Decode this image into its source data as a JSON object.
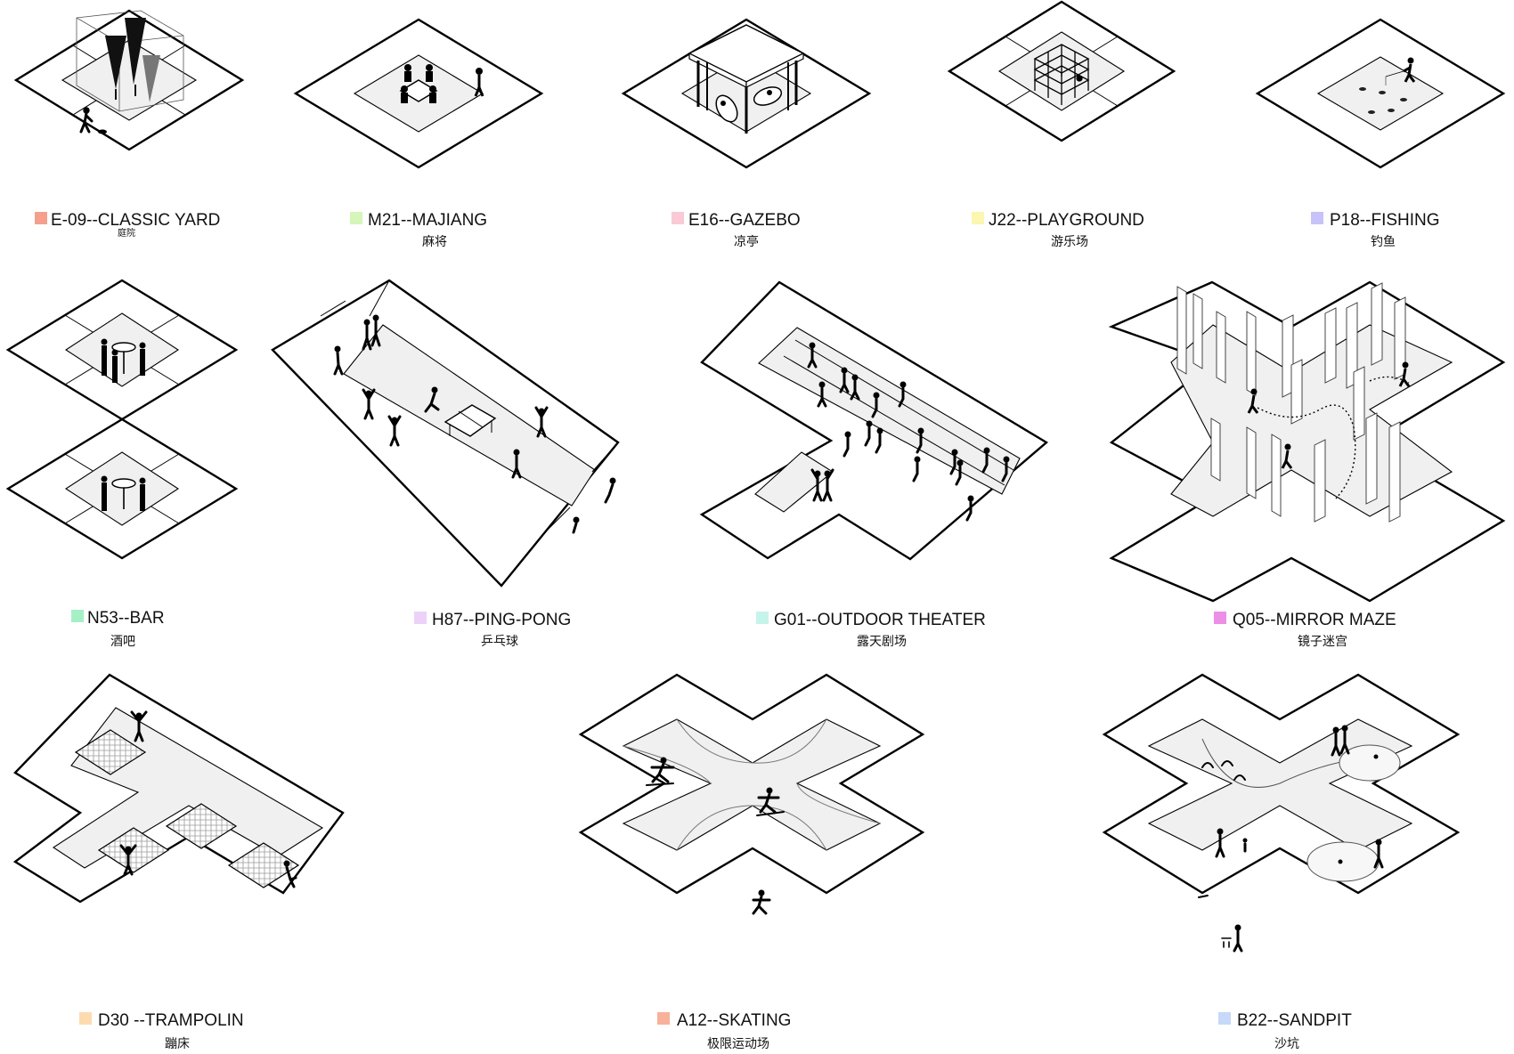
{
  "modules": [
    {
      "id": "classic-yard",
      "code_label": "E-09--CLASSIC YARD",
      "chinese_label": "庭院",
      "swatch_color": "#f4a08c",
      "icon": "tree-yard-icon"
    },
    {
      "id": "majiang",
      "code_label": "M21--MAJIANG",
      "chinese_label": "麻将",
      "swatch_color": "#d5f5b9",
      "icon": "mahjong-table-icon"
    },
    {
      "id": "gazebo",
      "code_label": "E16--GAZEBO",
      "chinese_label": "凉亭",
      "swatch_color": "#f9c9d6",
      "icon": "gazebo-icon"
    },
    {
      "id": "playground",
      "code_label": "J22--PLAYGROUND",
      "chinese_label": "游乐场",
      "swatch_color": "#fbf6b0",
      "icon": "climbing-frame-icon"
    },
    {
      "id": "fishing",
      "code_label": "P18--FISHING",
      "chinese_label": "钓鱼",
      "swatch_color": "#c7c3f8",
      "icon": "fishing-icon"
    },
    {
      "id": "bar",
      "code_label": "N53--BAR",
      "chinese_label": "酒吧",
      "swatch_color": "#a6f0c6",
      "icon": "bar-table-icon"
    },
    {
      "id": "ping-pong",
      "code_label": "H87--PING-PONG",
      "chinese_label": "乒乓球",
      "swatch_color": "#ecd2f8",
      "icon": "ping-pong-table-icon"
    },
    {
      "id": "outdoor-theater",
      "code_label": "G01--OUTDOOR THEATER",
      "chinese_label": "露天剧场",
      "swatch_color": "#c6f4ea",
      "icon": "theater-steps-icon"
    },
    {
      "id": "mirror-maze",
      "code_label": "Q05--MIRROR MAZE",
      "chinese_label": "镜子迷宫",
      "swatch_color": "#ec8fe6",
      "icon": "mirror-maze-icon"
    },
    {
      "id": "trampolin",
      "code_label": "D30 --TRAMPOLIN",
      "chinese_label": "蹦床",
      "swatch_color": "#fddbb0",
      "icon": "trampoline-icon"
    },
    {
      "id": "skating",
      "code_label": "A12--SKATING",
      "chinese_label": "极限运动场",
      "swatch_color": "#f8b19a",
      "icon": "skateboard-icon"
    },
    {
      "id": "sandpit",
      "code_label": "B22--SANDPIT",
      "chinese_label": "沙坑",
      "swatch_color": "#c6d9f8",
      "icon": "sandpit-icon"
    }
  ]
}
